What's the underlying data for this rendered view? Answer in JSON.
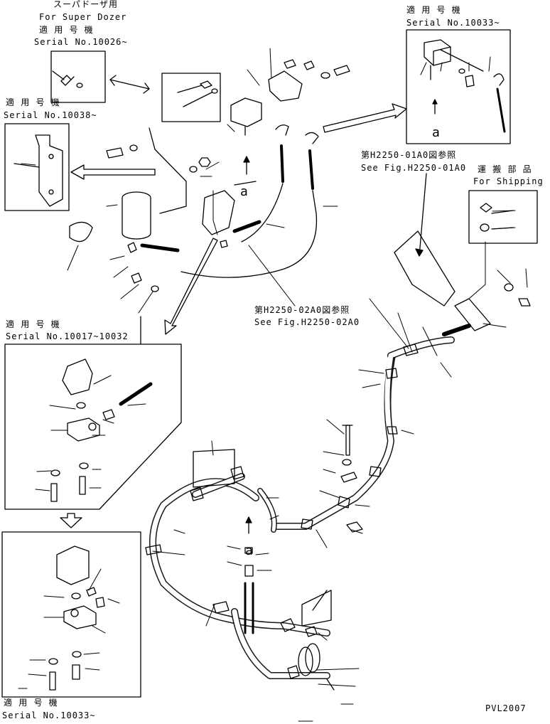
{
  "labels": {
    "super_dozer_jp": "スーパドーザ用",
    "super_dozer_en": "For Super Dozer",
    "applicable_jp": "適 用 号 機",
    "serial_10026": "Serial No.10026~",
    "serial_10038": "Serial No.10038~",
    "serial_10033_top": "Serial No.10033~",
    "fig_h2250_01_jp": "第H2250-01A0図参照",
    "fig_h2250_01_en": "See Fig.H2250-01A0",
    "shipping_jp": "運 搬 部 品",
    "shipping_en": "For Shipping",
    "fig_h2250_02_jp": "第H2250-02A0図参照",
    "fig_h2250_02_en": "See Fig.H2250-02A0",
    "serial_10017_10032": "Serial No.10017~10032",
    "serial_10033_bottom": "Serial No.10033~",
    "view_a": "a",
    "drawing_code": "PVL2007"
  }
}
